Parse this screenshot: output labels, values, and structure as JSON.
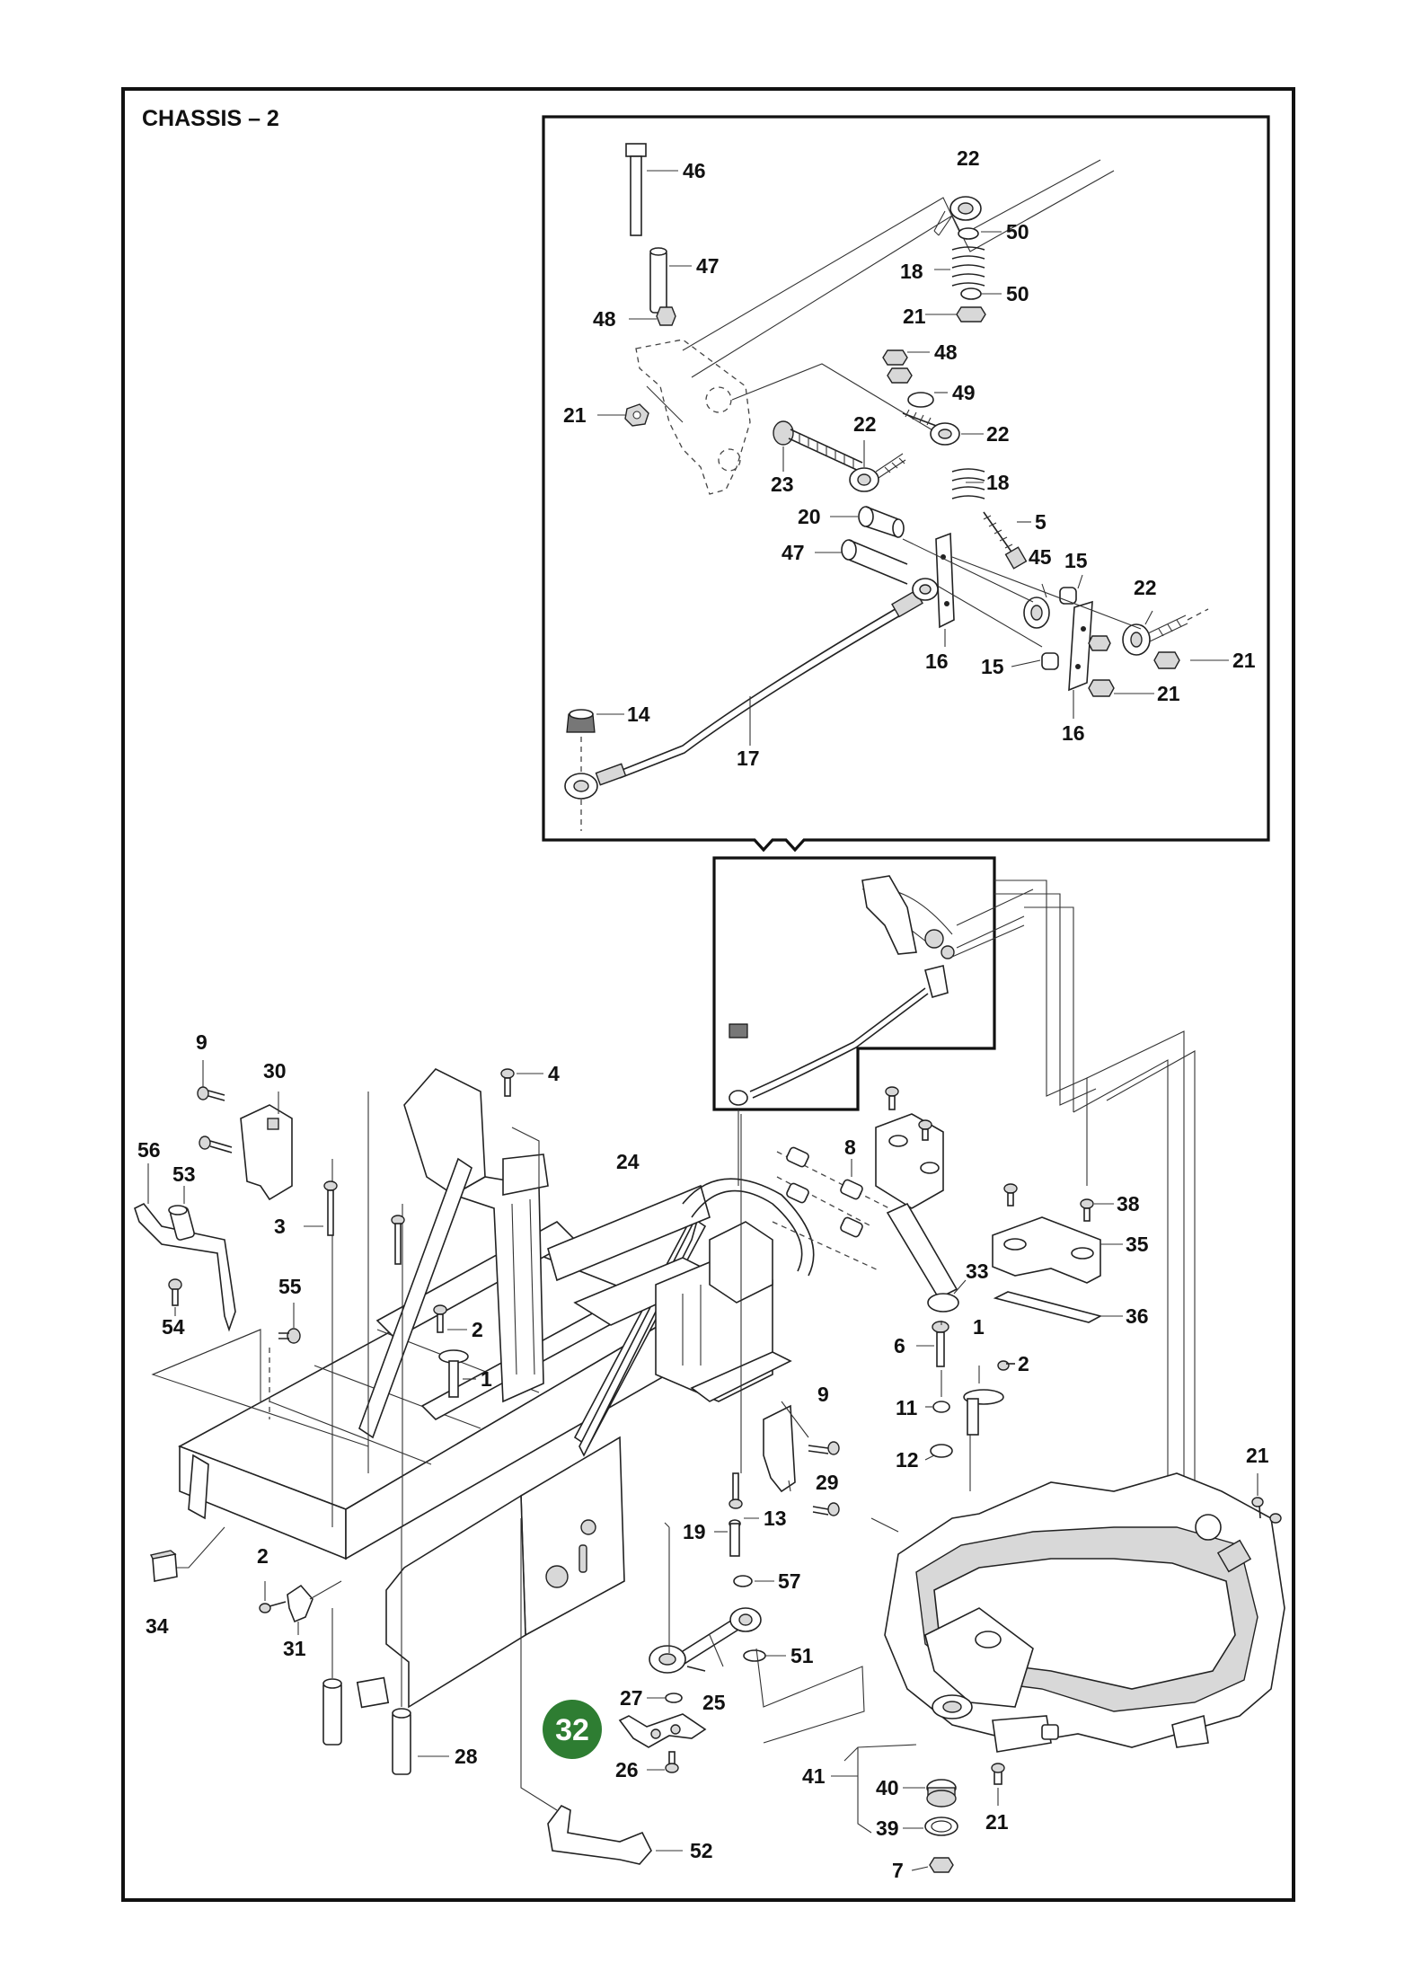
{
  "title": "CHASSIS – 2",
  "highlight": {
    "number": "32",
    "color": "#2e7d32"
  },
  "inset_labels": [
    {
      "id": "i46",
      "text": "46"
    },
    {
      "id": "i22a",
      "text": "22"
    },
    {
      "id": "i50a",
      "text": "50"
    },
    {
      "id": "i47a",
      "text": "47"
    },
    {
      "id": "i18a",
      "text": "18"
    },
    {
      "id": "i48a",
      "text": "48"
    },
    {
      "id": "i50b",
      "text": "50"
    },
    {
      "id": "i21a",
      "text": "21"
    },
    {
      "id": "i48b",
      "text": "48"
    },
    {
      "id": "i49",
      "text": "49"
    },
    {
      "id": "i21b",
      "text": "21"
    },
    {
      "id": "i22b",
      "text": "22"
    },
    {
      "id": "i22c",
      "text": "22"
    },
    {
      "id": "i23",
      "text": "23"
    },
    {
      "id": "i18b",
      "text": "18"
    },
    {
      "id": "i20",
      "text": "20"
    },
    {
      "id": "i5",
      "text": "5"
    },
    {
      "id": "i47b",
      "text": "47"
    },
    {
      "id": "i45",
      "text": "45"
    },
    {
      "id": "i15a",
      "text": "15"
    },
    {
      "id": "i22d",
      "text": "22"
    },
    {
      "id": "i16a",
      "text": "16"
    },
    {
      "id": "i15b",
      "text": "15"
    },
    {
      "id": "i21c",
      "text": "21"
    },
    {
      "id": "i21d",
      "text": "21"
    },
    {
      "id": "i14",
      "text": "14"
    },
    {
      "id": "i16b",
      "text": "16"
    },
    {
      "id": "i17",
      "text": "17"
    }
  ],
  "main_labels": [
    {
      "id": "m9a",
      "text": "9"
    },
    {
      "id": "m30",
      "text": "30"
    },
    {
      "id": "m4",
      "text": "4"
    },
    {
      "id": "m56",
      "text": "56"
    },
    {
      "id": "m53",
      "text": "53"
    },
    {
      "id": "m24",
      "text": "24"
    },
    {
      "id": "m8",
      "text": "8"
    },
    {
      "id": "m38",
      "text": "38"
    },
    {
      "id": "m3",
      "text": "3"
    },
    {
      "id": "m35",
      "text": "35"
    },
    {
      "id": "m55",
      "text": "55"
    },
    {
      "id": "m33",
      "text": "33"
    },
    {
      "id": "m54",
      "text": "54"
    },
    {
      "id": "m2a",
      "text": "2"
    },
    {
      "id": "m36",
      "text": "36"
    },
    {
      "id": "m1a",
      "text": "1"
    },
    {
      "id": "m6",
      "text": "6"
    },
    {
      "id": "m1b",
      "text": "1"
    },
    {
      "id": "m2b",
      "text": "2"
    },
    {
      "id": "m9b",
      "text": "9"
    },
    {
      "id": "m11",
      "text": "11"
    },
    {
      "id": "m12",
      "text": "12"
    },
    {
      "id": "m21a",
      "text": "21"
    },
    {
      "id": "m29",
      "text": "29"
    },
    {
      "id": "m13",
      "text": "13"
    },
    {
      "id": "m19",
      "text": "19"
    },
    {
      "id": "m2c",
      "text": "2"
    },
    {
      "id": "m57",
      "text": "57"
    },
    {
      "id": "m34",
      "text": "34"
    },
    {
      "id": "m31",
      "text": "31"
    },
    {
      "id": "m51",
      "text": "51"
    },
    {
      "id": "m27",
      "text": "27"
    },
    {
      "id": "m25",
      "text": "25"
    },
    {
      "id": "m41",
      "text": "41"
    },
    {
      "id": "m28",
      "text": "28"
    },
    {
      "id": "m40",
      "text": "40"
    },
    {
      "id": "m26",
      "text": "26"
    },
    {
      "id": "m39",
      "text": "39"
    },
    {
      "id": "m21b",
      "text": "21"
    },
    {
      "id": "m52",
      "text": "52"
    },
    {
      "id": "m7",
      "text": "7"
    }
  ]
}
